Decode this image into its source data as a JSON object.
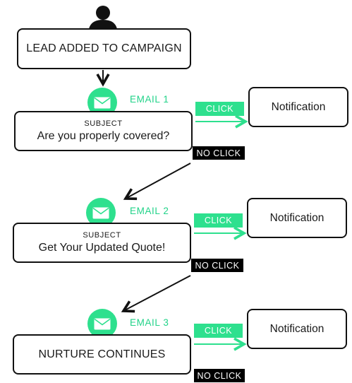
{
  "start_node": {
    "label": "LEAD ADDED TO CAMPAIGN"
  },
  "emails": [
    {
      "label": "EMAIL 1",
      "subject_label": "SUBJECT",
      "text": "Are you properly covered?",
      "click": "CLICK",
      "notification": "Notification",
      "no_click": "NO CLICK"
    },
    {
      "label": "EMAIL 2",
      "subject_label": "SUBJECT",
      "text": "Get Your Updated Quote!",
      "click": "CLICK",
      "notification": "Notification",
      "no_click": "NO CLICK"
    },
    {
      "label": "EMAIL 3",
      "text": "NURTURE CONTINUES",
      "click": "CLICK",
      "notification": "Notification",
      "no_click": "NO CLICK"
    }
  ],
  "colors": {
    "accent": "#2ee08e",
    "accent_text": "#22d389",
    "dark": "#111111"
  },
  "icons": {
    "person": "person-icon",
    "email": "envelope-icon"
  }
}
